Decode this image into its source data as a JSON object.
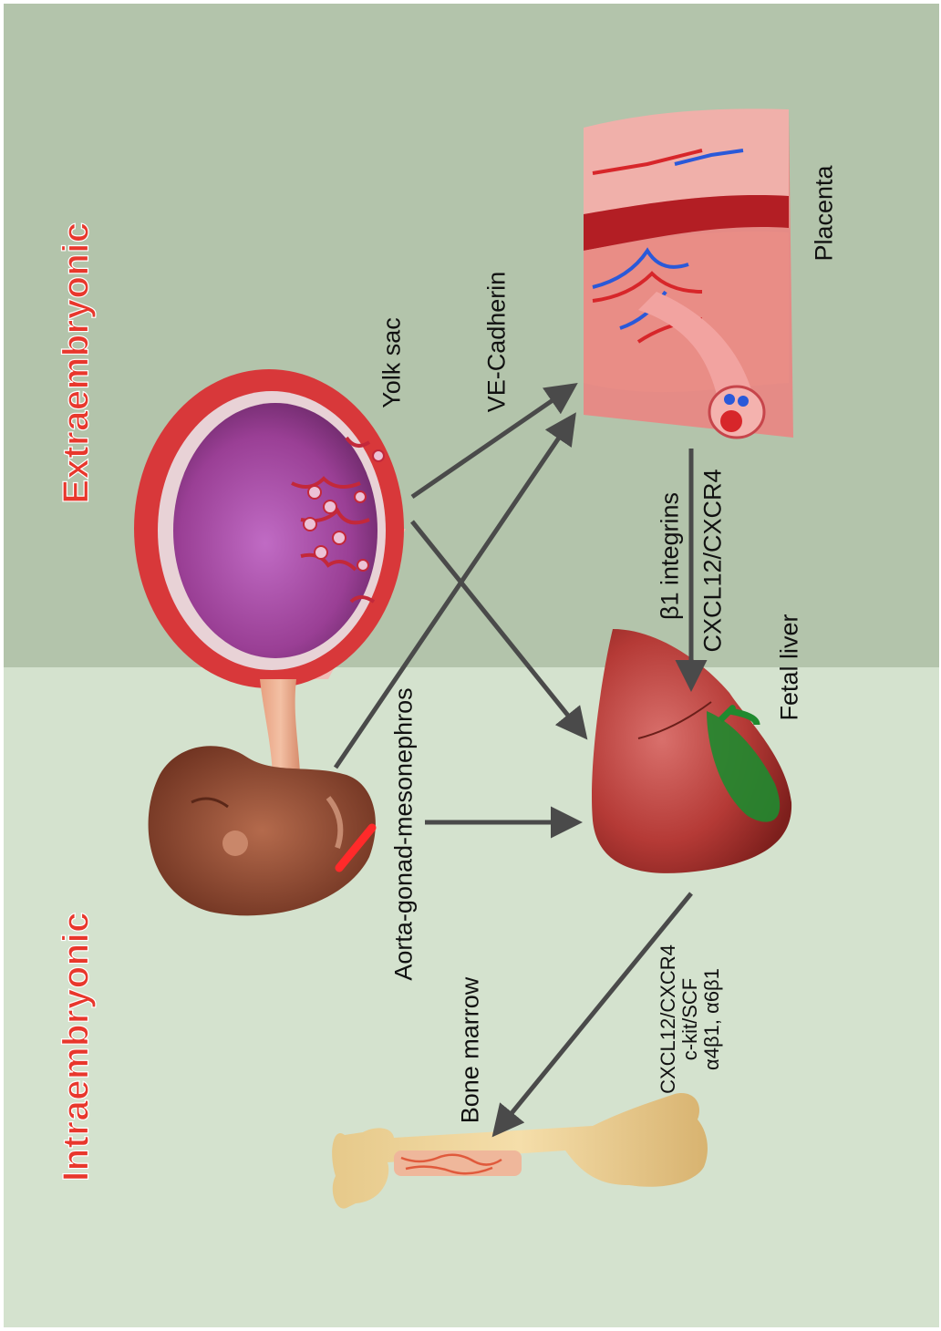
{
  "regions": {
    "extraembryonic": "Extraembryonic",
    "intraembryonic": "Intraembryonic"
  },
  "organs": {
    "yolk_sac": "Yolk sac",
    "placenta": "Placenta",
    "agm": "Aorta-gonad-mesonephros",
    "fetal_liver": "Fetal liver",
    "bone_marrow": "Bone marrow"
  },
  "signals": {
    "ve_cadherin": "VE-Cadherin",
    "placenta_liver_1": "β1 integrins",
    "placenta_liver_2": "CXCL12/CXCR4",
    "liver_marrow_1": "CXCL12/CXCR4",
    "liver_marrow_2": "c-kit/SCF",
    "liver_marrow_3": "α4β1, α6β1"
  },
  "colors": {
    "extraembryonic_bg": "#b3c4ab",
    "intraembryonic_bg": "#d4e2ce",
    "region_label": "#e8372c",
    "arrow": "#4a4a4a"
  }
}
